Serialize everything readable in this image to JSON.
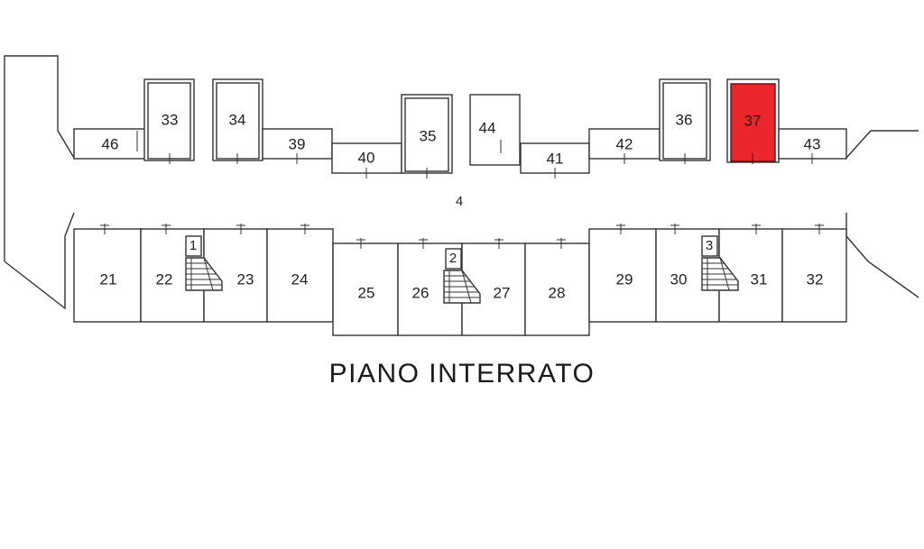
{
  "plan": {
    "title": "PIANO INTERRATO",
    "corridor_label": "4",
    "highlight_color": "#e8262b",
    "highlighted_unit": "37",
    "units": {
      "u21": "21",
      "u22": "22",
      "u23": "23",
      "u24": "24",
      "u25": "25",
      "u26": "26",
      "u27": "27",
      "u28": "28",
      "u29": "29",
      "u30": "30",
      "u31": "31",
      "u32": "32",
      "u33": "33",
      "u34": "34",
      "u35": "35",
      "u36": "36",
      "u37": "37",
      "u39": "39",
      "u40": "40",
      "u41": "41",
      "u42": "42",
      "u43": "43",
      "u44": "44",
      "u46": "46"
    },
    "stairs": {
      "s1": "1",
      "s2": "2",
      "s3": "3"
    }
  }
}
